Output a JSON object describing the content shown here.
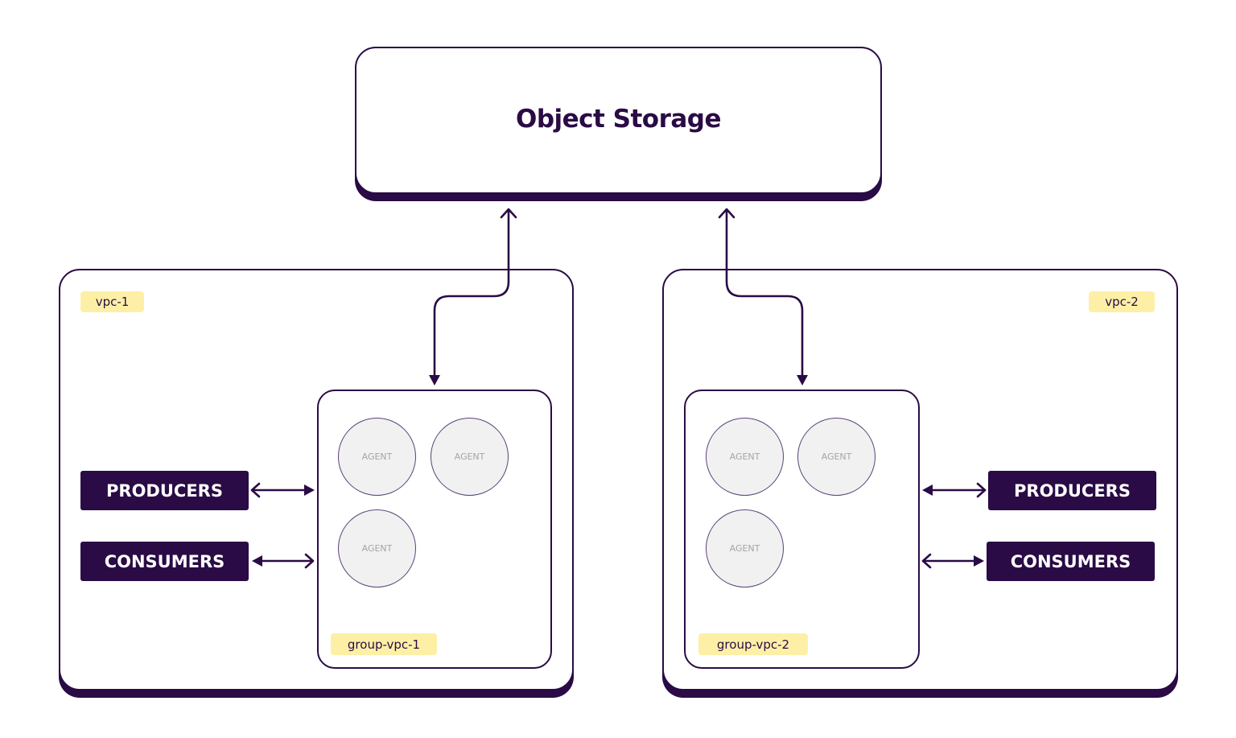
{
  "storage": {
    "label": "Object Storage"
  },
  "vpcs": [
    {
      "label": "vpc-1",
      "group_label": "group-vpc-1",
      "agents": [
        "AGENT",
        "AGENT",
        "AGENT"
      ],
      "producers_label": "PRODUCERS",
      "consumers_label": "CONSUMERS"
    },
    {
      "label": "vpc-2",
      "group_label": "group-vpc-2",
      "agents": [
        "AGENT",
        "AGENT",
        "AGENT"
      ],
      "producers_label": "PRODUCERS",
      "consumers_label": "CONSUMERS"
    }
  ],
  "colors": {
    "primary": "#2a0b45",
    "tag_background": "#fdf0a6",
    "agent_fill": "#f1f1f1",
    "agent_text": "#a5a5a5"
  }
}
